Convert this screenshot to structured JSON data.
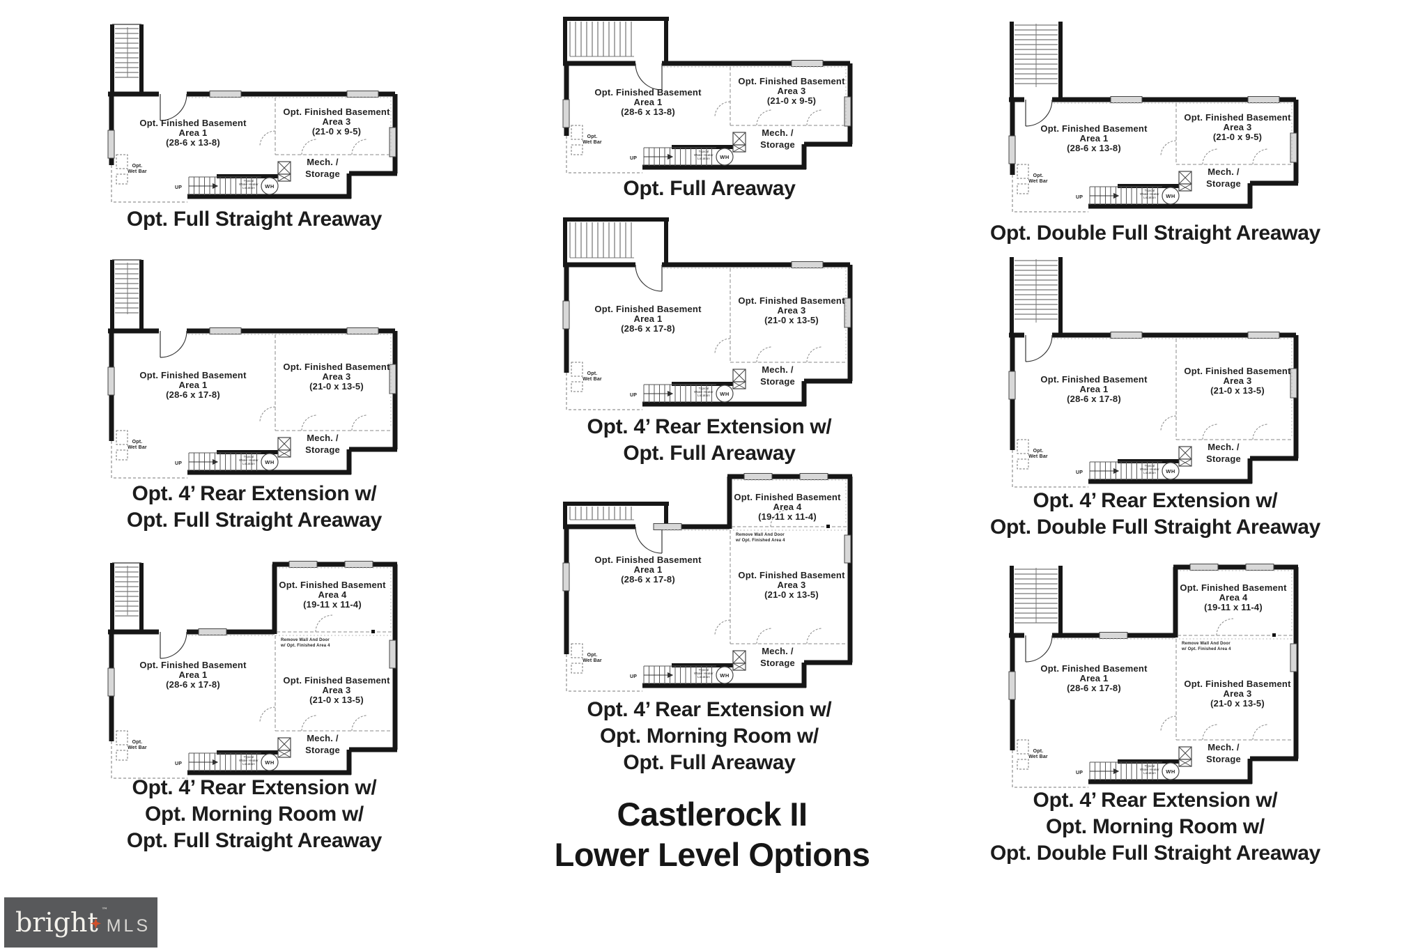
{
  "title": {
    "line1": "Castlerock II",
    "line2": "Lower Level Options"
  },
  "logo": {
    "brand": "bright",
    "tm": "™",
    "suffix": "MLS",
    "bg_color": "#58595b",
    "star_color": "#d2502a",
    "star_icon": "four-point-star"
  },
  "plans": [
    {
      "caption": [
        "Opt. Full Straight Areaway"
      ],
      "area1": [
        "Opt. Finished Basement",
        "Area 1",
        "(28-6 x 13-8)"
      ],
      "area3": [
        "Opt. Finished Basement",
        "Area 3",
        "(21-0 x 9-5)"
      ],
      "mech": [
        "Mech. /",
        "Storage"
      ],
      "wet_bar": [
        "Opt.",
        "Wet Bar"
      ],
      "up": "UP",
      "wh": "WH",
      "wh_note": [
        "Typical",
        "Water Heater",
        "Location"
      ]
    },
    {
      "caption": [
        "Opt. Full Areaway"
      ],
      "area1": [
        "Opt. Finished Basement",
        "Area 1",
        "(28-6 x 13-8)"
      ],
      "area3": [
        "Opt. Finished Basement",
        "Area 3",
        "(21-0 x 9-5)"
      ],
      "mech": [
        "Mech. /",
        "Storage"
      ],
      "wet_bar": [
        "Opt.",
        "Wet Bar"
      ],
      "up": "UP",
      "wh": "WH",
      "wh_note": [
        "Typical",
        "Water Heater",
        "Location"
      ]
    },
    {
      "caption": [
        "Opt. Double Full Straight Areaway"
      ],
      "area1": [
        "Opt. Finished Basement",
        "Area 1",
        "(28-6 x 13-8)"
      ],
      "area3": [
        "Opt. Finished Basement",
        "Area 3",
        "(21-0 x 9-5)"
      ],
      "mech": [
        "Mech. /",
        "Storage"
      ],
      "wet_bar": [
        "Opt.",
        "Wet Bar"
      ],
      "up": "UP",
      "wh": "WH",
      "wh_note": [
        "Typical",
        "Water Heater",
        "Location"
      ]
    },
    {
      "caption": [
        "Opt. 4’ Rear Extension w/",
        "Opt. Full Straight Areaway"
      ],
      "area1": [
        "Opt. Finished Basement",
        "Area 1",
        "(28-6 x 17-8)"
      ],
      "area3": [
        "Opt. Finished Basement",
        "Area 3",
        "(21-0 x 13-5)"
      ],
      "mech": [
        "Mech. /",
        "Storage"
      ],
      "wet_bar": [
        "Opt.",
        "Wet Bar"
      ],
      "up": "UP",
      "wh": "WH",
      "wh_note": [
        "Typical",
        "Water Heater",
        "Location"
      ]
    },
    {
      "caption": [
        "Opt. 4’ Rear Extension w/",
        "Opt. Full Areaway"
      ],
      "area1": [
        "Opt. Finished Basement",
        "Area 1",
        "(28-6 x 17-8)"
      ],
      "area3": [
        "Opt. Finished Basement",
        "Area 3",
        "(21-0 x 13-5)"
      ],
      "mech": [
        "Mech. /",
        "Storage"
      ],
      "wet_bar": [
        "Opt.",
        "Wet Bar"
      ],
      "up": "UP",
      "wh": "WH",
      "wh_note": [
        "Typical",
        "Water Heater",
        "Location"
      ]
    },
    {
      "caption": [
        "Opt. 4’ Rear Extension w/",
        "Opt. Double Full Straight Areaway"
      ],
      "area1": [
        "Opt. Finished Basement",
        "Area 1",
        "(28-6 x 17-8)"
      ],
      "area3": [
        "Opt. Finished Basement",
        "Area 3",
        "(21-0 x 13-5)"
      ],
      "mech": [
        "Mech. /",
        "Storage"
      ],
      "wet_bar": [
        "Opt.",
        "Wet Bar"
      ],
      "up": "UP",
      "wh": "WH",
      "wh_note": [
        "Typical",
        "Water Heater",
        "Location"
      ]
    },
    {
      "caption": [
        "Opt. 4’ Rear Extension w/",
        "Opt. Morning Room w/",
        "Opt. Full Straight Areaway"
      ],
      "area1": [
        "Opt. Finished Basement",
        "Area 1",
        "(28-6 x 17-8)"
      ],
      "area3": [
        "Opt. Finished Basement",
        "Area 3",
        "(21-0 x 13-5)"
      ],
      "area4": [
        "Opt. Finished Basement",
        "Area 4",
        "(19-11 x 11-4)"
      ],
      "remove_note": [
        "Remove Wall And Door",
        "w/ Opt. Finished Area 4"
      ],
      "mech": [
        "Mech. /",
        "Storage"
      ],
      "wet_bar": [
        "Opt.",
        "Wet Bar"
      ],
      "up": "UP",
      "wh": "WH",
      "wh_note": [
        "Typical",
        "Water Heater",
        "Location"
      ]
    },
    {
      "caption": [
        "Opt. 4’ Rear Extension w/",
        "Opt. Morning Room w/",
        "Opt. Full Areaway"
      ],
      "area1": [
        "Opt. Finished Basement",
        "Area 1",
        "(28-6 x 17-8)"
      ],
      "area3": [
        "Opt. Finished Basement",
        "Area 3",
        "(21-0 x 13-5)"
      ],
      "area4": [
        "Opt. Finished Basement",
        "Area 4",
        "(19-11 x 11-4)"
      ],
      "remove_note": [
        "Remove Wall And Door",
        "w/ Opt. Finished Area 4"
      ],
      "mech": [
        "Mech. /",
        "Storage"
      ],
      "wet_bar": [
        "Opt.",
        "Wet Bar"
      ],
      "up": "UP",
      "wh": "WH",
      "wh_note": [
        "Typical",
        "Water Heater",
        "Location"
      ]
    },
    {
      "caption": [
        "Opt. 4’ Rear Extension w/",
        "Opt. Morning Room w/",
        "Opt. Double Full Straight Areaway"
      ],
      "area1": [
        "Opt. Finished Basement",
        "Area 1",
        "(28-6 x 17-8)"
      ],
      "area3": [
        "Opt. Finished Basement",
        "Area 3",
        "(21-0 x 13-5)"
      ],
      "area4": [
        "Opt. Finished Basement",
        "Area 4",
        "(19-11 x 11-4)"
      ],
      "remove_note": [
        "Remove Wall And Door",
        "w/ Opt. Finished Area 4"
      ],
      "mech": [
        "Mech. /",
        "Storage"
      ],
      "wet_bar": [
        "Opt.",
        "Wet Bar"
      ],
      "up": "UP",
      "wh": "WH",
      "wh_note": [
        "Typical",
        "Water Heater",
        "Location"
      ]
    }
  ]
}
